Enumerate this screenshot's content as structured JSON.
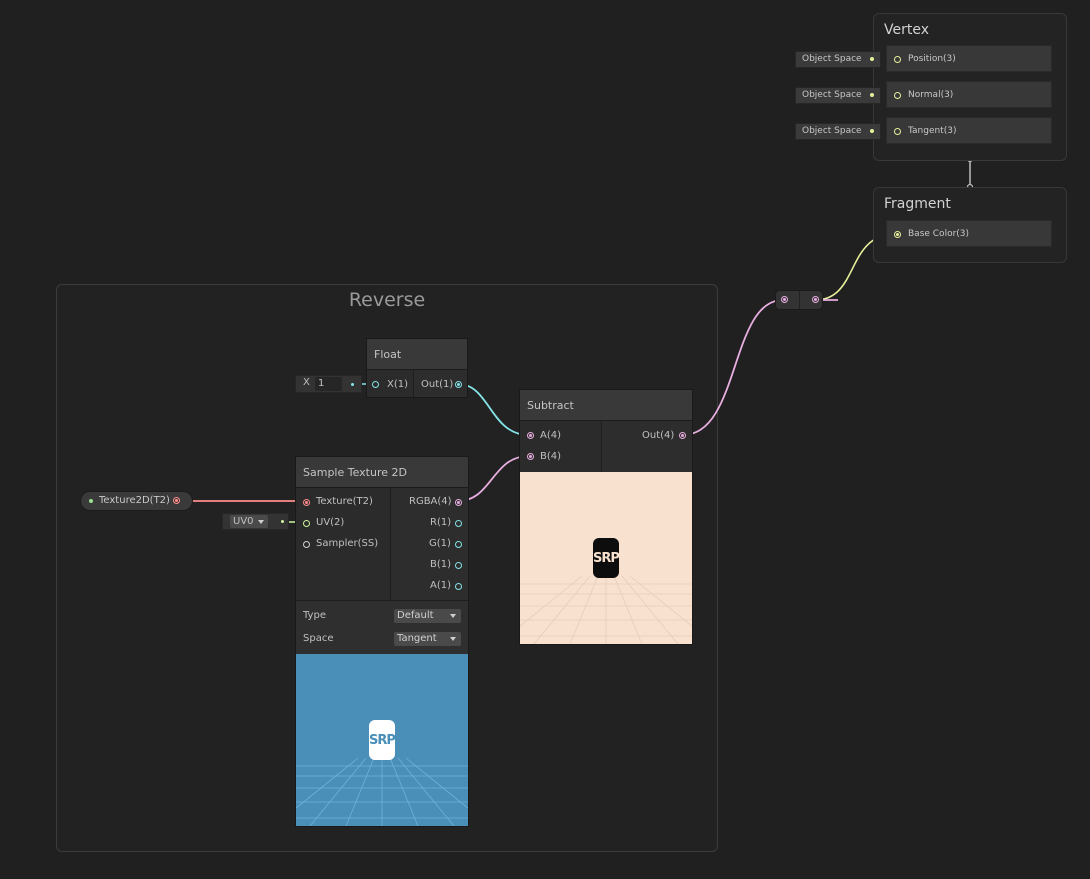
{
  "group": {
    "title": "Reverse"
  },
  "vertex_stack": {
    "title": "Vertex",
    "blocks": [
      {
        "space": "Object Space",
        "label": "Position(3)"
      },
      {
        "space": "Object Space",
        "label": "Normal(3)"
      },
      {
        "space": "Object Space",
        "label": "Tangent(3)"
      }
    ]
  },
  "fragment_stack": {
    "title": "Fragment",
    "blocks": [
      {
        "label": "Base Color(3)"
      }
    ]
  },
  "float_node": {
    "title": "Float",
    "input_label": "X(1)",
    "output_label": "Out(1)",
    "field_axis": "X",
    "field_value": "1"
  },
  "subtract_node": {
    "title": "Subtract",
    "input_a": "A(4)",
    "input_b": "B(4)",
    "output": "Out(4)",
    "preview_logo": "SRP"
  },
  "sample_texture_node": {
    "title": "Sample Texture 2D",
    "inputs": [
      "Texture(T2)",
      "UV(2)",
      "Sampler(SS)"
    ],
    "outputs": [
      "RGBA(4)",
      "R(1)",
      "G(1)",
      "B(1)",
      "A(1)"
    ],
    "type_label": "Type",
    "type_value": "Default",
    "space_label": "Space",
    "space_value": "Tangent",
    "preview_logo": "SRP",
    "uv_dropdown": "UV0"
  },
  "texture_property": {
    "label": "Texture2D(T2)"
  },
  "colors": {
    "background": "#202020",
    "wire_pink": "#e8aee0",
    "wire_cyan": "#84e4e7",
    "wire_red": "#ff8b8b",
    "wire_green": "#cef5a0",
    "wire_yellow": "#e9f09a",
    "preview_peach": "#f8e1cf",
    "preview_blue": "#4a8fb8"
  },
  "icons": [
    "port-circle-icon",
    "chevron-down-icon",
    "srp-logo-icon"
  ]
}
